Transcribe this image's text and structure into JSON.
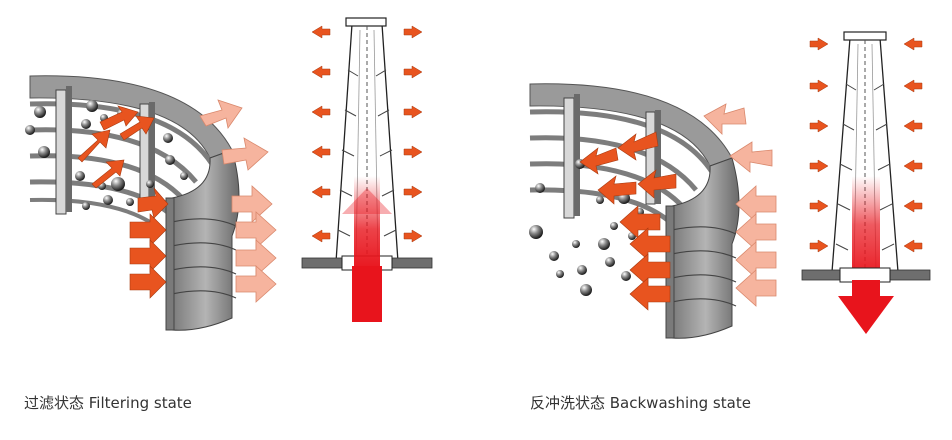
{
  "captions": {
    "filtering": "过滤状态 Filtering state",
    "backwashing": "反冲洗状态 Backwashing state"
  },
  "colors": {
    "arrow_orange": "#e8541f",
    "arrow_pink": "#f6b49e",
    "wire_gray": "#8f8f8f",
    "frame_gray": "#6e6e6e",
    "flow_red": "#e8141c",
    "element_outline": "#222222"
  },
  "panels": [
    {
      "id": "filtering",
      "flow_direction": "outward",
      "core_flow": "upward"
    },
    {
      "id": "backwashing",
      "flow_direction": "inward",
      "core_flow": "downward"
    }
  ]
}
